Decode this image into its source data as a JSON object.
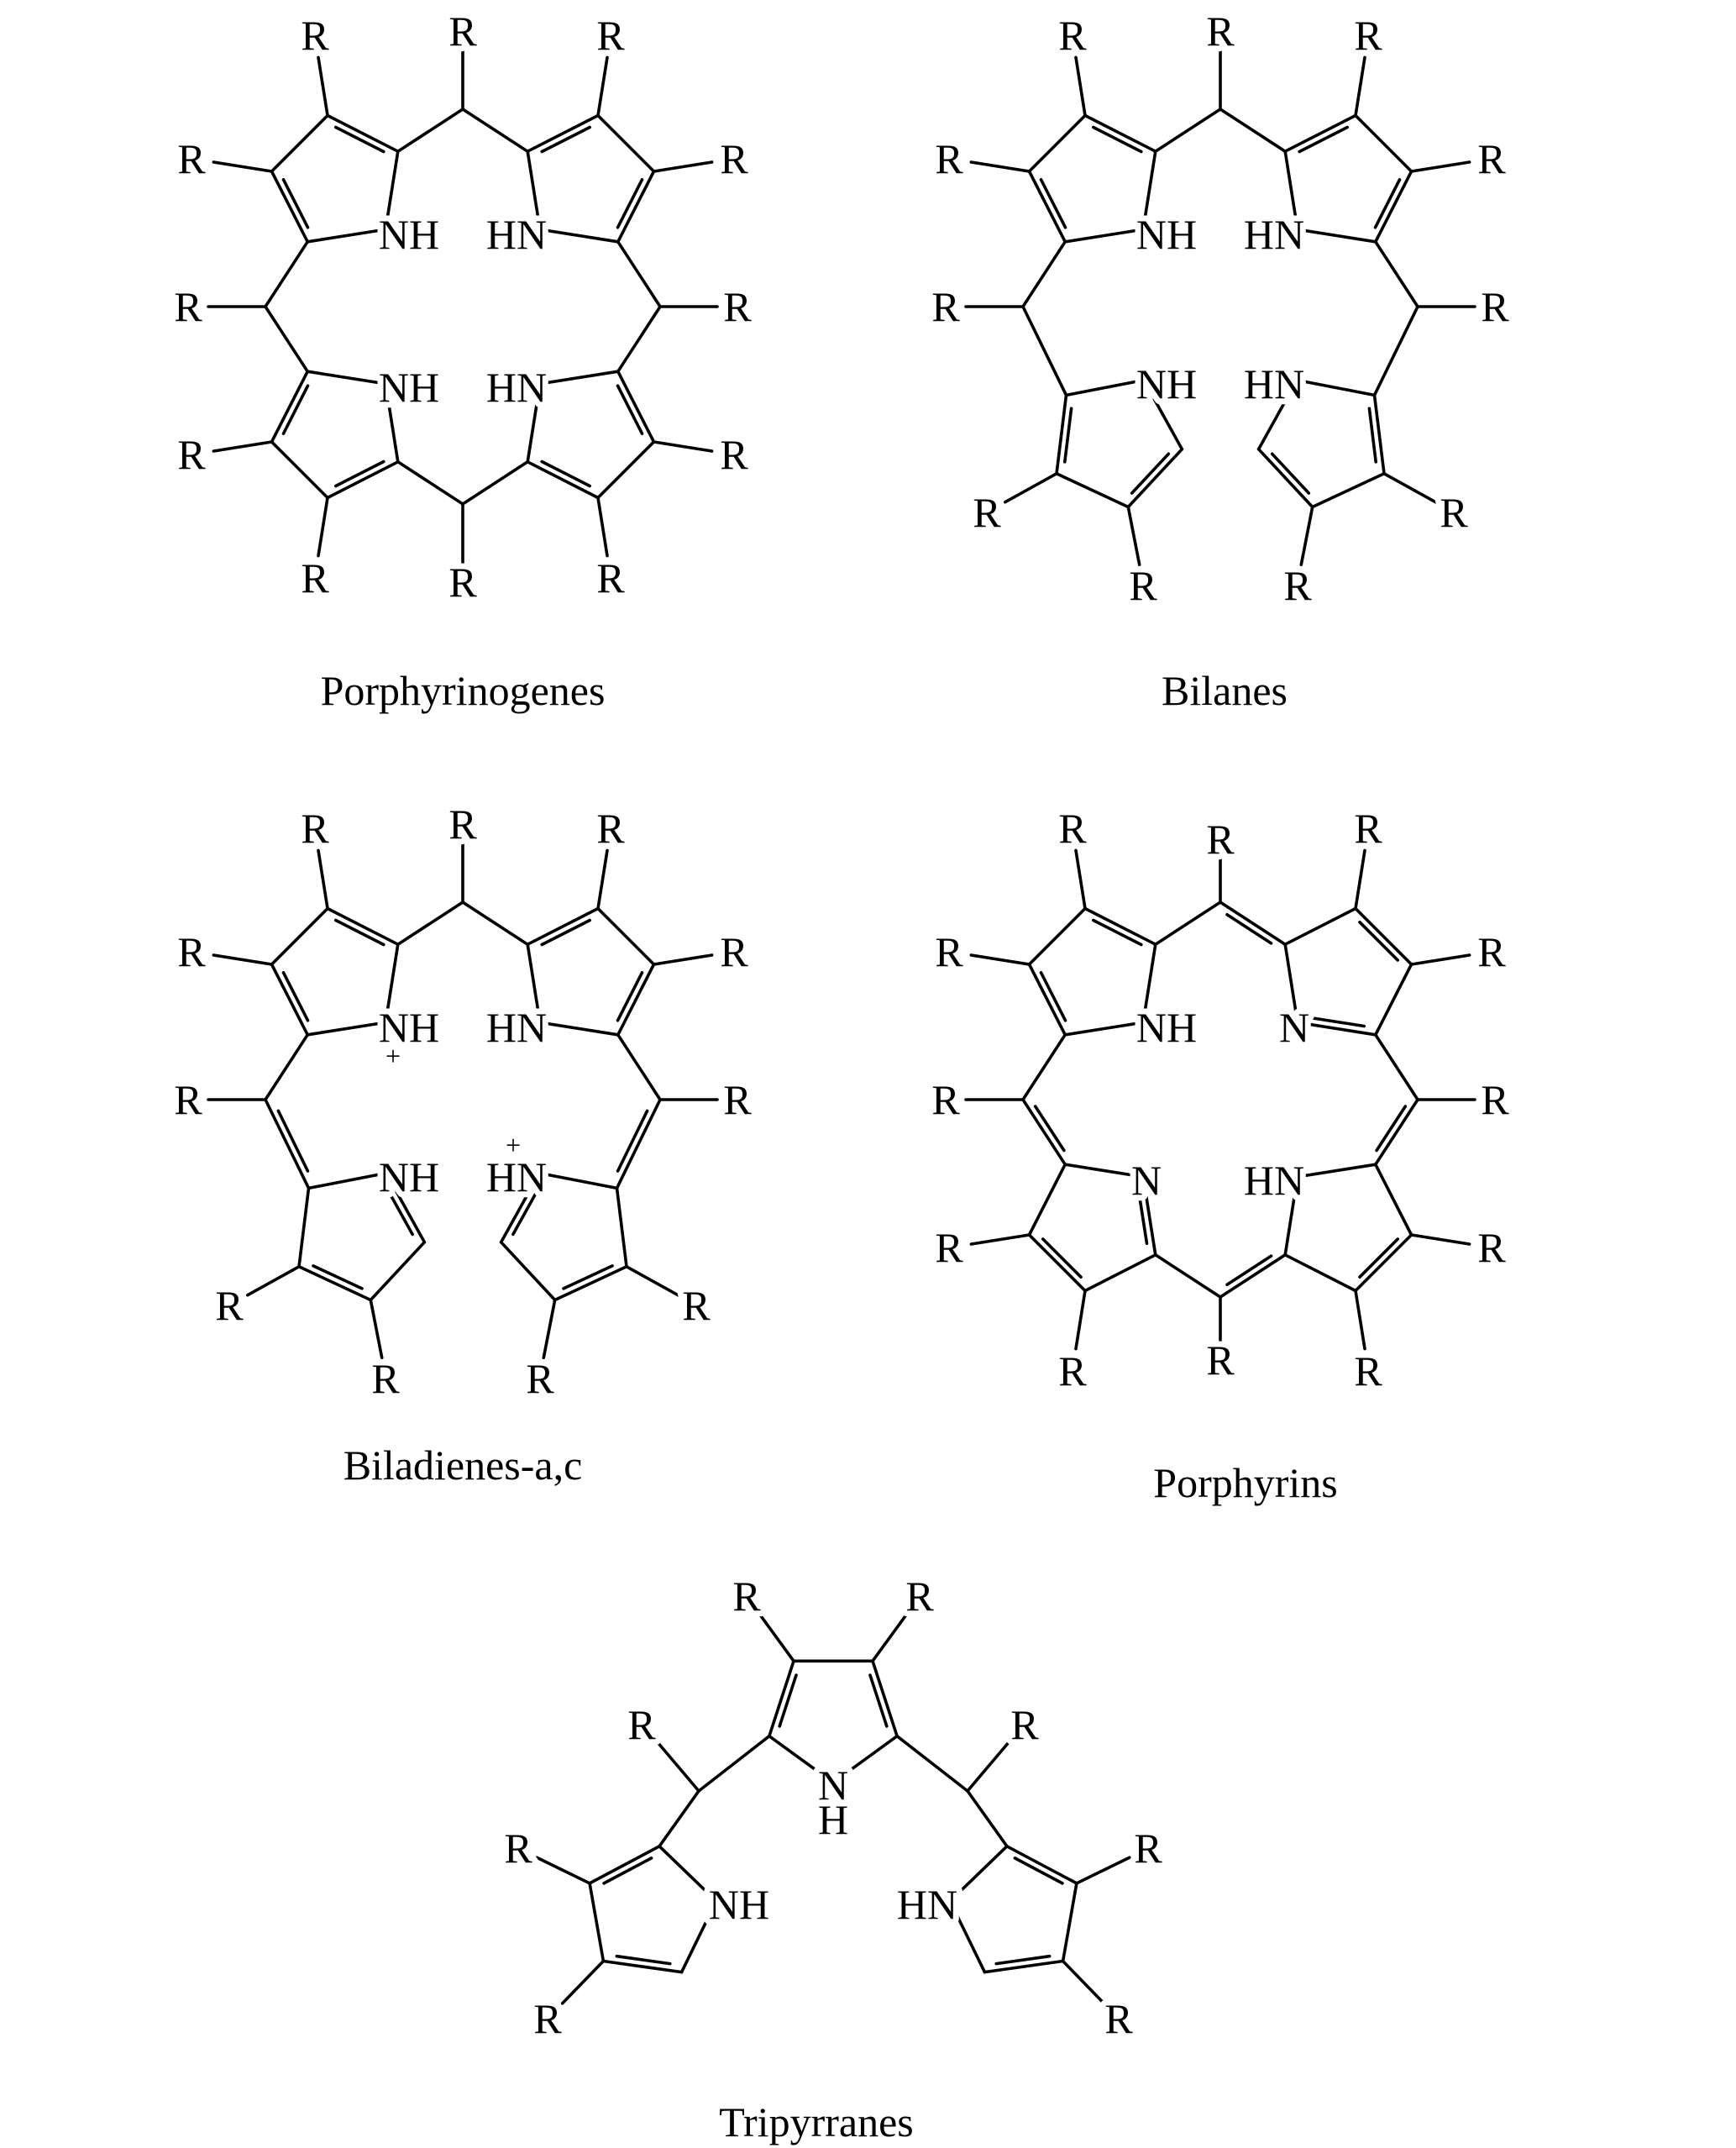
{
  "page": {
    "background": "#ffffff",
    "ink": "#000000"
  },
  "labels": {
    "r": "R",
    "nh": "NH",
    "hn": "HN",
    "n": "N",
    "h": "H",
    "plus": "+"
  },
  "structures": [
    {
      "name": "Porphyrinogenes"
    },
    {
      "name": "Bilanes"
    },
    {
      "name": "Biladienes-a,c"
    },
    {
      "name": "Porphyrins"
    },
    {
      "name": "Tripyrranes"
    }
  ]
}
